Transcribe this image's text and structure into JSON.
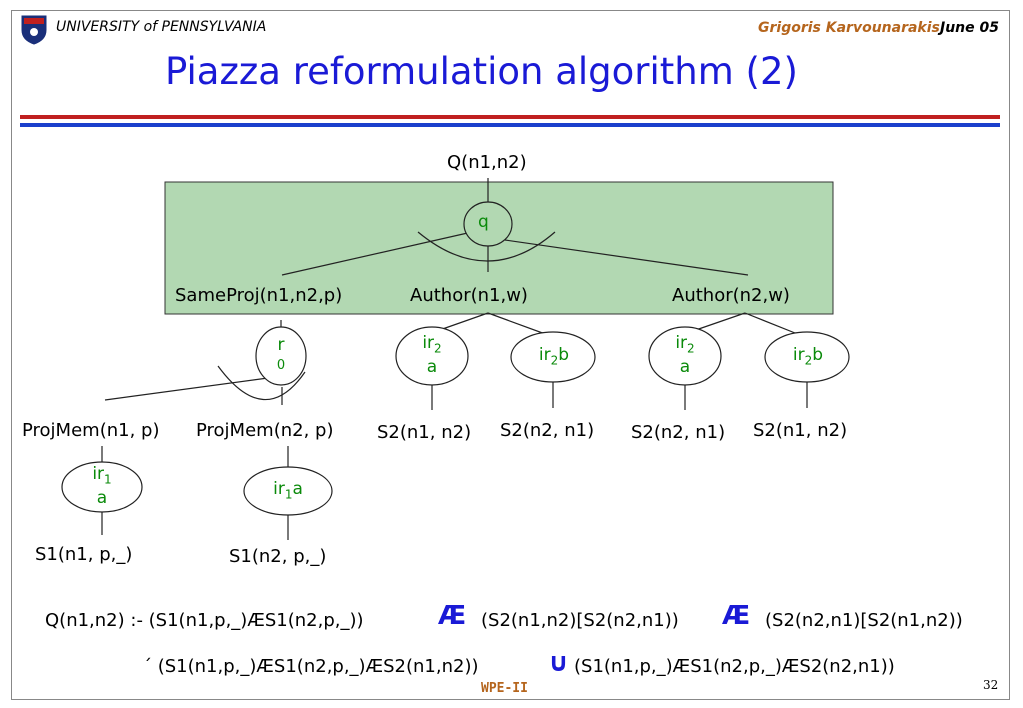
{
  "header": {
    "university": "UNIVERSITY of PENNSYLVANIA",
    "author": "Grigoris Karvounarakis",
    "date": "June 05"
  },
  "title": "Piazza reformulation algorithm (2)",
  "diagram": {
    "root": "Q(n1,n2)",
    "q_node": "q",
    "box_labels": [
      "SameProj(n1,n2,p)",
      "Author(n1,w)",
      "Author(n2,w)"
    ],
    "r0_node": {
      "main": "r",
      "sub": "0"
    },
    "ir2a_1": {
      "main": "ir",
      "sub": "2",
      "suffix": "a"
    },
    "ir2b_1": {
      "main": "ir",
      "sub": "2",
      "suffix": "b"
    },
    "ir2a_2": {
      "main": "ir",
      "sub": "2",
      "suffix": "a"
    },
    "ir2b_2": {
      "main": "ir",
      "sub": "2",
      "suffix": "b"
    },
    "level2_labels": [
      "ProjMem(n1, p)",
      "ProjMem(n2, p)",
      "S2(n1, n2)",
      "S2(n2, n1)",
      "S2(n2, n1)",
      "S2(n1, n2)"
    ],
    "ir1a_1": {
      "main": "ir",
      "sub": "1",
      "suffix": "a"
    },
    "ir1a_2": {
      "main": "ir",
      "sub": "1",
      "suffix": "a"
    },
    "leaf_labels": [
      "S1(n1, p,_)",
      "S1(n2, p,_)"
    ]
  },
  "formula": {
    "line1_a": "Q(n1,n2) :- (S1(n1,p,_)ÆS1(n2,p,_))",
    "sym1": "Æ",
    "line1_b": "(S2(n1,n2)[S2(n2,n1))",
    "sym2": "Æ",
    "line1_c": "(S2(n2,n1)[S2(n1,n2))",
    "line2_a": "´ (S1(n1,p,_)ÆS1(n2,p,_)ÆS2(n1,n2))",
    "union": "∪",
    "line2_b": "(S1(n1,p,_)ÆS1(n2,p,_)ÆS2(n2,n1))"
  },
  "footer": {
    "label": "WPE-II",
    "page": "32"
  },
  "colors": {
    "title": "#1a1ad6",
    "red_rule": "#c0201f",
    "blue_rule": "#1a3fcc",
    "box_fill": "#b2d8b2",
    "node_text": "#0a8a0a",
    "author": "#b5651d"
  }
}
